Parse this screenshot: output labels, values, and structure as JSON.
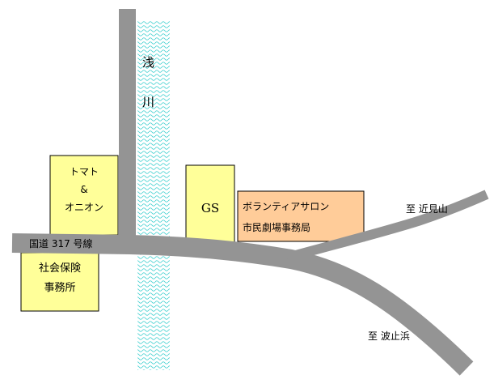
{
  "river": {
    "char1": "浅",
    "char2": "川"
  },
  "buildings": {
    "tomato": {
      "line1": "トマト",
      "line2": "&",
      "line3": "オニオン"
    },
    "gs": {
      "label": "GS"
    },
    "volunteer": {
      "line1": "ボランティアサロン",
      "line2": "市民劇場事務局"
    },
    "shakai": {
      "line1": "社会保険",
      "line2": "事務所"
    }
  },
  "roads": {
    "route_label": "国道 317 号線",
    "to_chikamiyama": "至  近見山",
    "to_namikata": "至  波止浜"
  },
  "colors": {
    "road": "#949494",
    "yellow": "#ffff99",
    "orange": "#ffcc99",
    "water": "#33cccc"
  }
}
